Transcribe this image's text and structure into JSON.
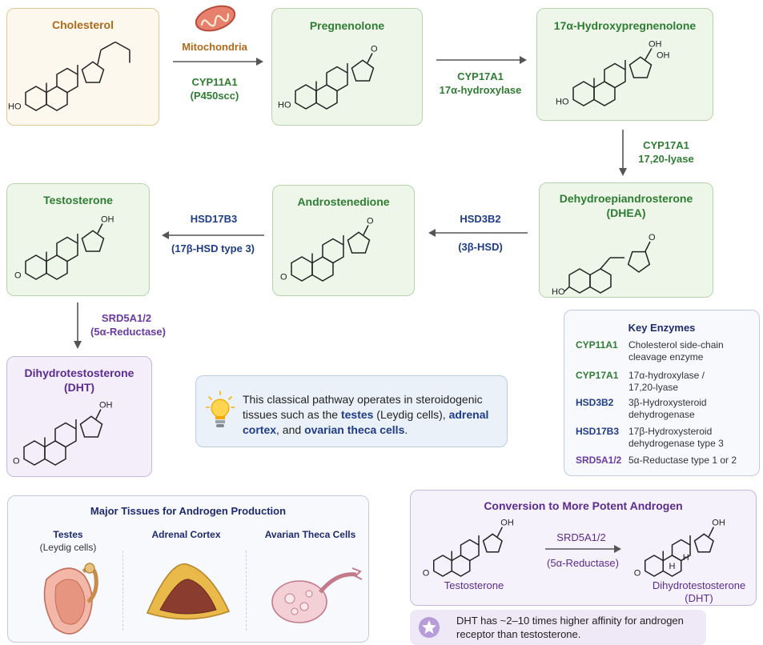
{
  "molecules": {
    "cholesterol": "Cholesterol",
    "pregnenolone": "Pregnenolone",
    "hydroxypregnenolone": "17α-Hydroxypregnenolone",
    "dhea_line1": "Dehydroepiandrosterone",
    "dhea_line2": "(DHEA)",
    "androstenedione": "Androstenedione",
    "testosterone": "Testosterone",
    "dht_line1": "Dihydrotestosterone",
    "dht_line2": "(DHT)"
  },
  "atoms": {
    "ho": "HO",
    "oh": "OH",
    "o": "O",
    "h": "H"
  },
  "steps": {
    "mitochondria": "Mitochondria",
    "cyp11a1": "CYP11A1",
    "p450scc": "(P450scc)",
    "cyp17a1_a": "CYP17A1",
    "hydroxylase": "17α-hydroxylase",
    "cyp17a1_b": "CYP17A1",
    "lyase": "17,20-lyase",
    "hsd3b2": "HSD3B2",
    "hsd3b": "(3β-HSD)",
    "hsd17b3": "HSD17B3",
    "hsd17b_type3": "(17β-HSD type 3)",
    "srd5a": "SRD5A1/2",
    "reductase": "(5α-Reductase)"
  },
  "key_enzymes": {
    "title": "Key Enzymes",
    "rows": [
      {
        "code": "CYP11A1",
        "desc1": "Cholesterol side-chain",
        "desc2": "cleavage enzyme",
        "color": "#2e7d32"
      },
      {
        "code": "CYP17A1",
        "desc1": "17α-hydroxylase /",
        "desc2": "17,20-lyase",
        "color": "#2e7d32"
      },
      {
        "code": "HSD3B2",
        "desc1": "3β-Hydroxysteroid",
        "desc2": "dehydrogenase",
        "color": "#1f3c88"
      },
      {
        "code": "HSD17B3",
        "desc1": "17β-Hydroxysteroid",
        "desc2": "dehydrogenase type 3",
        "color": "#1f3c88"
      },
      {
        "code": "SRD5A1/2",
        "desc1": "5α-Reductase type 1 or 2",
        "desc2": "",
        "color": "#6a3aa0"
      }
    ]
  },
  "info": {
    "t1": "This classical pathway operates in steroidogenic",
    "t2": "tissues such as the ",
    "testes": "testes",
    "t3": " (Leydig cells), ",
    "adrenal": "adrenal",
    "cortex": "cortex",
    "t4": ", and ",
    "ovarian": "ovarian theca cells",
    "t5": "."
  },
  "tissues": {
    "title": "Major Tissues for Androgen Production",
    "testes": "Testes",
    "leydig": "(Leydig cells)",
    "adrenal": "Adrenal Cortex",
    "avarian": "Avarian Theca Cells"
  },
  "conversion": {
    "title": "Conversion to More Potent Androgen",
    "enzyme": "SRD5A1/2",
    "reductase": "(5α-Reductase)",
    "left": "Testosterone",
    "right1": "Dihydrotestosterone",
    "right2": "(DHT)"
  },
  "note": {
    "line1": "DHT has ~2–10 times higher affinity for androgen",
    "line2": "receptor than testosterone."
  }
}
